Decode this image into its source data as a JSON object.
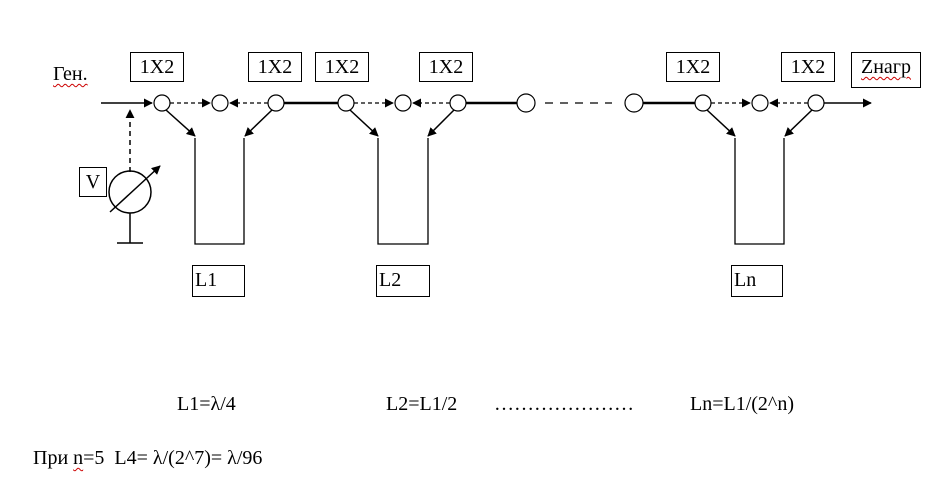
{
  "labels": {
    "generator": "Ген.",
    "load": "Zнагр",
    "voltmeter": "V",
    "splitters": [
      "1X2",
      "1X2",
      "1X2",
      "1X2",
      "1X2",
      "1X2"
    ],
    "lines": [
      "L1",
      "L2",
      "Ln"
    ]
  },
  "formulas": {
    "l1": "L1=λ/4",
    "l2": "L2=L1/2",
    "dots": "…………………",
    "ln": "Ln=L1/(2^n)",
    "example_prefix": "При",
    "example_n": "n",
    "example_rest": "=5  L4= λ/(2^7)= λ/96"
  }
}
